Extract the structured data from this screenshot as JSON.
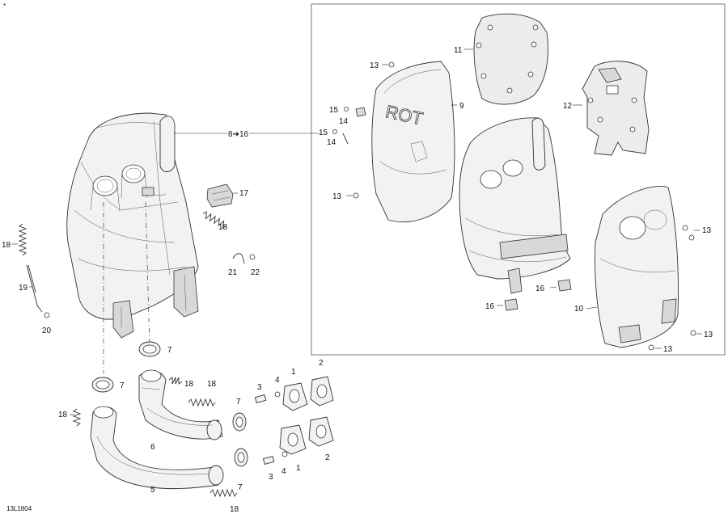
{
  "drawing": {
    "reference_code": "13L1804",
    "corner_mark": "*"
  },
  "callouts": {
    "c1a": "1",
    "c1b": "1",
    "c2a": "2",
    "c2b": "2",
    "c3a": "3",
    "c3b": "3",
    "c4a": "4",
    "c4b": "4",
    "c5": "5",
    "c6": "6",
    "c7a": "7",
    "c7b": "7",
    "c7c": "7",
    "c7d": "7",
    "c8to16": "8➔16",
    "c9": "9",
    "c10": "10",
    "c11": "11",
    "c12": "12",
    "c13a": "13",
    "c13b": "13",
    "c13c": "13",
    "c13d": "13",
    "c13e": "13",
    "c14a": "14",
    "c14b": "14",
    "c15a": "15",
    "c15b": "15",
    "c16a": "16",
    "c16b": "16",
    "c17": "17",
    "c18a": "18",
    "c18b": "18",
    "c18c": "18",
    "c18d": "18",
    "c18e": "18",
    "c18f": "18",
    "c19": "19",
    "c20": "20",
    "c21": "21",
    "c22": "22"
  }
}
